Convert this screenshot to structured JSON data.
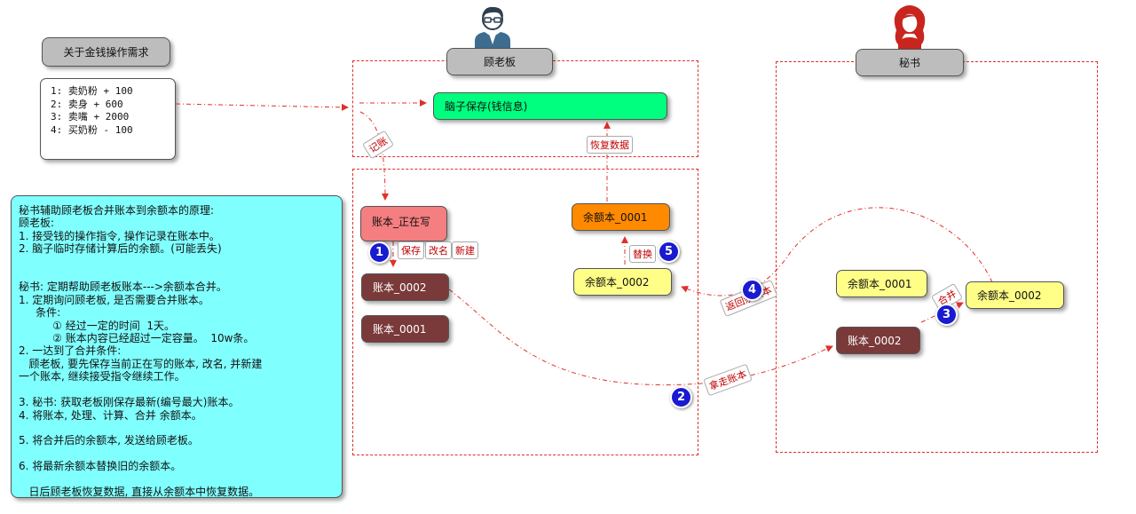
{
  "req_title": "关于金钱操作需求",
  "req_lines": [
    "1: 卖奶粉 + 100",
    "2: 卖身 + 600",
    "3: 卖嘴 + 2000",
    "4: 买奶粉 - 100"
  ],
  "boss_title": "顾老板",
  "secretary_title": "秘书",
  "brain_label": "脑子保存(钱信息)",
  "ledgers": {
    "writing": "账本_正在写",
    "l2": "账本_0002",
    "l1": "账本_0001",
    "sec_l2": "账本_0002"
  },
  "balances": {
    "boss_0001": "余额本_0001",
    "boss_0002": "余额本_0002",
    "sec_0001": "余额本_0001",
    "sec_0002": "余额本_0002"
  },
  "edge_labels": {
    "record": "记账",
    "restore": "恢复数据",
    "save": "保存",
    "rename": "改名",
    "create": "新建",
    "replace": "替换",
    "return_balance": "返回余额本",
    "take_ledger": "拿走账本",
    "merge": "合并"
  },
  "steps": [
    "1",
    "2",
    "3",
    "4",
    "5"
  ],
  "notes": [
    "秘书辅助顾老板合并账本到余额本的原理:",
    "顾老板:",
    "1. 接受钱的操作指令, 操作记录在账本中。",
    "2. 脑子临时存储计算后的余额。(可能丢失)",
    "",
    "",
    "秘书: 定期帮助顾老板账本--->余额本合并。",
    "1. 定期询问顾老板, 是否需要合并账本。",
    "     条件:",
    "          ① 经过一定的时间  1天。",
    "          ② 账本内容已经超过一定容量。  10w条。",
    "2. 一达到了合并条件:",
    "   顾老板, 要先保存当前正在写的账本, 改名, 并新建",
    "一个账本, 继续接受指令继续工作。",
    "",
    "3. 秘书: 获取老板刚保存最新(编号最大)账本。",
    "4. 将账本, 处理、计算、合并 余额本。",
    "",
    "5. 将合并后的余额本, 发送给顾老板。",
    "",
    "6. 将最新余额本替换旧的余额本。",
    "",
    "   日后顾老板恢复数据, 直接从余额本中恢复数据。"
  ],
  "colors": {
    "writing": "#f47e80",
    "ledger": "#7a3a3a",
    "balance_new": "#ff8a00",
    "balance": "#ffff88",
    "brain": "#00ff7f",
    "notes": "#80ffff",
    "arrow": "#e0302a",
    "step": "#1a1ad0"
  }
}
